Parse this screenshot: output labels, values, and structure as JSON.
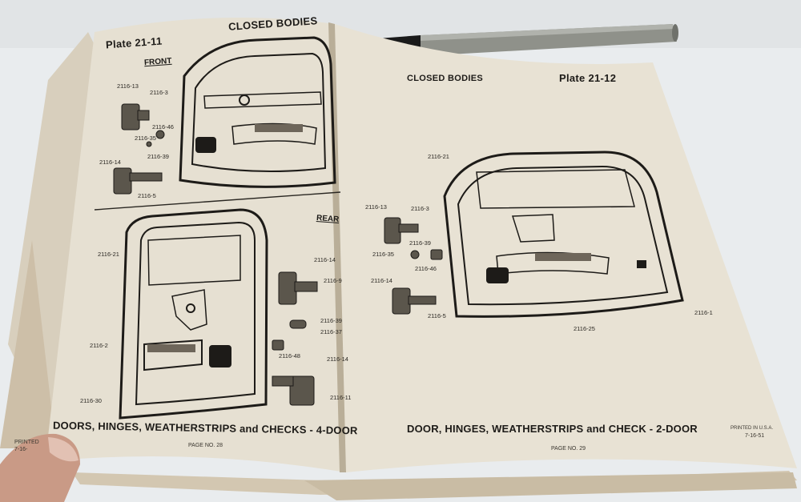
{
  "left_page": {
    "plate": "Plate 21-11",
    "header": "CLOSED BODIES",
    "front_label": "FRONT",
    "rear_label": "REAR",
    "caption": "DOORS, HINGES, WEATHERSTRIPS and CHECKS - 4-DOOR",
    "page_no": "PAGE NO. 28",
    "printed": "PRINTED",
    "printed_date": "7-16-",
    "front_parts": [
      "2116-13",
      "2116-3",
      "2116-46",
      "2116-35",
      "2116-39",
      "2116-14",
      "2116-5"
    ],
    "rear_parts": [
      "2116-21",
      "2116-14",
      "2116-9",
      "2116-2",
      "2116-39",
      "2116-37",
      "2116-48",
      "2116-14",
      "2116-11",
      "2116-30"
    ]
  },
  "right_page": {
    "header": "CLOSED BODIES",
    "plate": "Plate 21-12",
    "caption": "DOOR, HINGES, WEATHERSTRIPS and CHECK - 2-DOOR",
    "page_no": "PAGE NO. 29",
    "printed": "PRINTED IN U.S.A.",
    "printed_date": "7-16-51",
    "parts": [
      "2116-21",
      "2116-13",
      "2116-3",
      "2116-35",
      "2116-39",
      "2116-46",
      "2116-14",
      "2116-5",
      "2116-25",
      "2116-1"
    ]
  },
  "colors": {
    "background": "#e9ecee",
    "paper": "#e6e0d2",
    "ink": "#1d1b18",
    "pen_body": "#8f918a",
    "pen_cap": "#1a1a1a",
    "skin": "#c99a86"
  }
}
